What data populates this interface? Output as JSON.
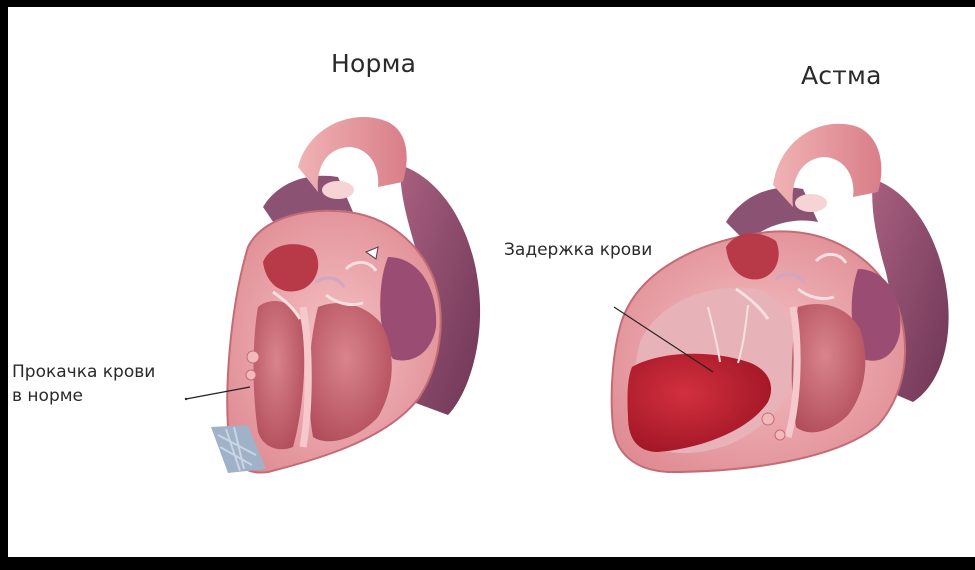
{
  "diagram": {
    "left_panel": {
      "title": "Норма",
      "label_line1": "Прокачка крови",
      "label_line2": "в норме"
    },
    "right_panel": {
      "title": "Астма",
      "label": "Задержка крови"
    }
  },
  "colors": {
    "background": "#ffffff",
    "frame": "#000000",
    "muscle_wall": "#e9a3a8",
    "chamber_interior": "#c65a66",
    "blood_pool": "#b91c2e",
    "vessel": "#8a4a6e",
    "leader_line": "#222222"
  }
}
